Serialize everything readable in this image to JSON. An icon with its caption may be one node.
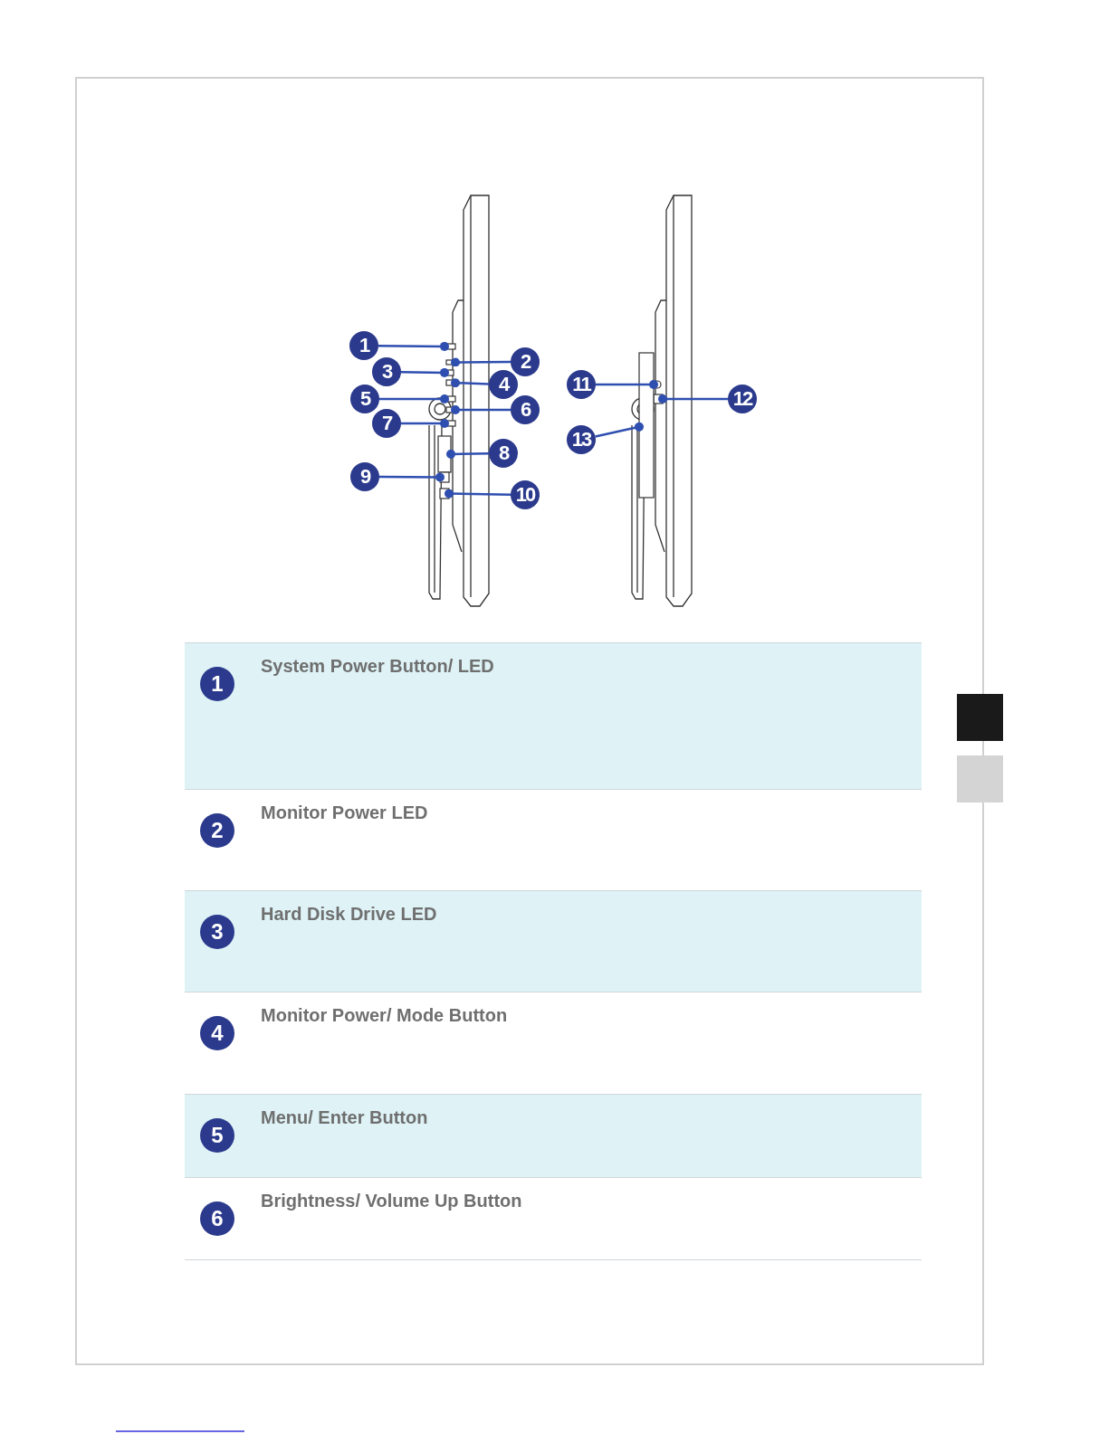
{
  "diagram": {
    "nodes": [
      {
        "text": [
          "1"
        ]
      },
      {
        "text": [
          "2"
        ]
      },
      {
        "text": [
          "3"
        ]
      },
      {
        "text": [
          "4"
        ]
      },
      {
        "text": [
          "5"
        ]
      },
      {
        "text": [
          "6"
        ]
      },
      {
        "text": [
          "7"
        ]
      },
      {
        "text": [
          "8"
        ]
      },
      {
        "text": [
          "9"
        ]
      },
      {
        "text": [
          "10"
        ]
      },
      {
        "text": [
          "11"
        ]
      },
      {
        "text": [
          "12"
        ]
      },
      {
        "text": [
          "13"
        ]
      },
      {
        "text": [
          "1"
        ],
        "beside": [
          "System Power Button/ LED"
        ]
      },
      {
        "text": [
          "2"
        ],
        "beside": [
          "Monitor Power LED"
        ]
      },
      {
        "text": [
          "3"
        ],
        "beside": [
          "Hard Disk Drive LED"
        ]
      },
      {
        "text": [
          "4"
        ],
        "beside": [
          "Monitor Power/ Mode Button"
        ]
      },
      {
        "text": [
          "5"
        ],
        "beside": [
          "Menu/ Enter Button"
        ]
      },
      {
        "text": [
          "6"
        ],
        "beside": [
          "Brightness/ Volume Up Button"
        ]
      },
      {
        "text": [],
        "shape": "box"
      },
      {
        "text": [],
        "shape": "box"
      },
      {
        "text": [],
        "shape": "box"
      },
      {
        "text": [],
        "shape": "box"
      },
      {
        "text": [],
        "shape": "box"
      },
      {
        "text": [],
        "shape": "box"
      },
      {
        "text": [],
        "shape": "box"
      },
      {
        "text": [],
        "shape": "box"
      },
      {
        "text": [],
        "shape": "box"
      },
      {
        "text": [],
        "shape": "box"
      },
      {
        "text": [],
        "shape": "circle"
      },
      {
        "text": [],
        "shape": "box"
      },
      {
        "text": [],
        "shape": "box"
      }
    ],
    "edges": [
      {
        "from": 0,
        "to": 19,
        "arrow": "other"
      },
      {
        "from": 1,
        "to": 20,
        "arrow": "other"
      },
      {
        "from": 2,
        "to": 21,
        "arrow": "other"
      },
      {
        "from": 3,
        "to": 22,
        "arrow": "other"
      },
      {
        "from": 4,
        "to": 23,
        "arrow": "other"
      },
      {
        "from": 5,
        "to": 24,
        "arrow": "other"
      },
      {
        "from": 6,
        "to": 25,
        "arrow": "other"
      },
      {
        "from": 7,
        "to": 26,
        "arrow": "other"
      },
      {
        "from": 8,
        "to": 27,
        "arrow": "other"
      },
      {
        "from": 9,
        "to": 28,
        "arrow": "other"
      },
      {
        "from": 10,
        "to": 29,
        "arrow": "other"
      },
      {
        "from": 11,
        "to": 30,
        "arrow": "other"
      },
      {
        "from": 12,
        "to": 31,
        "arrow": "other"
      }
    ]
  }
}
